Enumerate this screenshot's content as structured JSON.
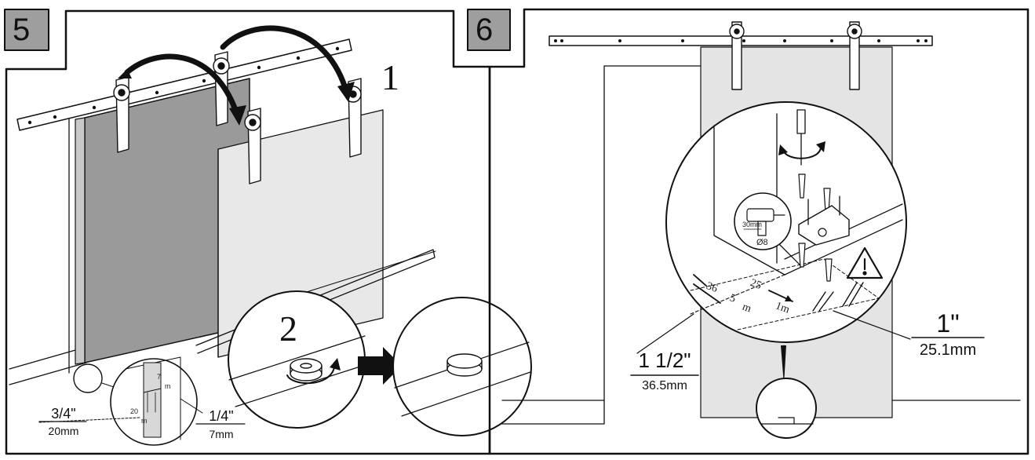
{
  "steps": {
    "step5": {
      "number": "5",
      "sub1": "1",
      "sub2": "2",
      "dim_left": {
        "top": "3/4\"",
        "bottom": "20mm"
      },
      "dim_right": {
        "top": "1/4\"",
        "bottom": "7mm"
      },
      "detail_marks": {
        "a": "7",
        "b": "m",
        "c": "20",
        "d": "m"
      }
    },
    "step6": {
      "number": "6",
      "drill_depth": "30mm",
      "drill_diameter": "Ø8",
      "dim_right": {
        "top": "1\"",
        "bottom": "25.1mm"
      },
      "dim_left": {
        "top": "1 1/2\"",
        "bottom": "36.5mm"
      },
      "floor_marks": {
        "a": "36",
        "b": "5",
        "c": "m",
        "d": "25",
        "e": "1m"
      }
    }
  },
  "colors": {
    "line": "#111111",
    "door_dark": "#9a9a9a",
    "door_light": "#e6e6e6",
    "door6": "#e4e4e4",
    "arrow": "#111111"
  }
}
